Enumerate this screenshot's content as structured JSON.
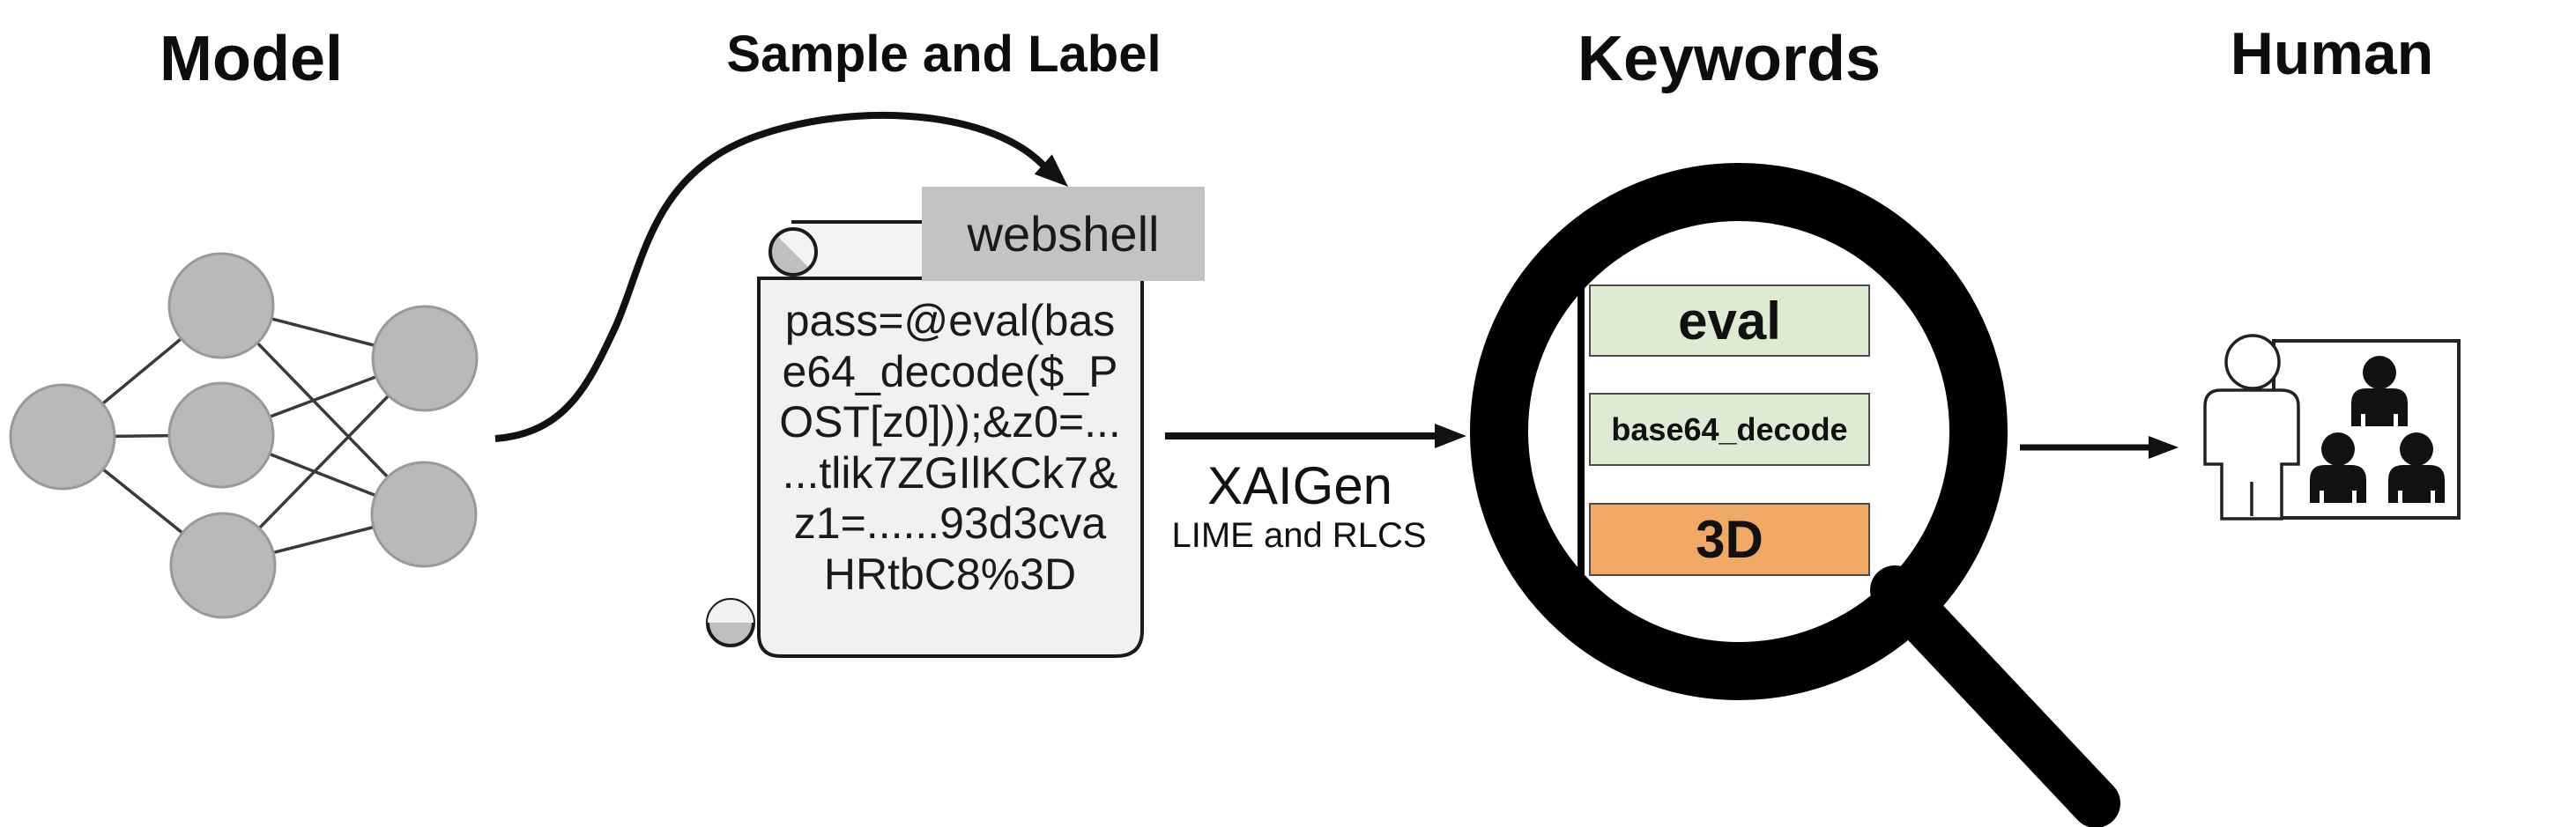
{
  "titles": {
    "model": "Model",
    "sample_and_label": "Sample and Label",
    "keywords": "Keywords",
    "human": "Human"
  },
  "scroll": {
    "label": "webshell",
    "code_lines": [
      "pass=@eval(bas",
      "e64_decode($_P",
      "OST[z0]));&z0=...",
      "...tlik7ZGIlKCk7&",
      "z1=......93d3cva",
      "HRtbC8%3D"
    ]
  },
  "process": {
    "tool": "XAIGen",
    "methods": "LIME and RLCS"
  },
  "keywords": {
    "items": [
      {
        "label": "eval",
        "color": "#dcebd2"
      },
      {
        "label": "base64_decode",
        "color": "#dcebd2"
      },
      {
        "label": "3D",
        "color": "#f0a965"
      }
    ]
  },
  "colors": {
    "ink": "#111111",
    "node_fill": "#b9b9b9",
    "node_border": "#999999",
    "scroll_fill": "#f1f1f1",
    "scroll_band_fill": "#f4f4f4",
    "curl_gray": "#bfbfbf",
    "label_fill": "#c3c3c3",
    "keyword_green": "#dcebd2",
    "keyword_orange": "#f0a965"
  }
}
